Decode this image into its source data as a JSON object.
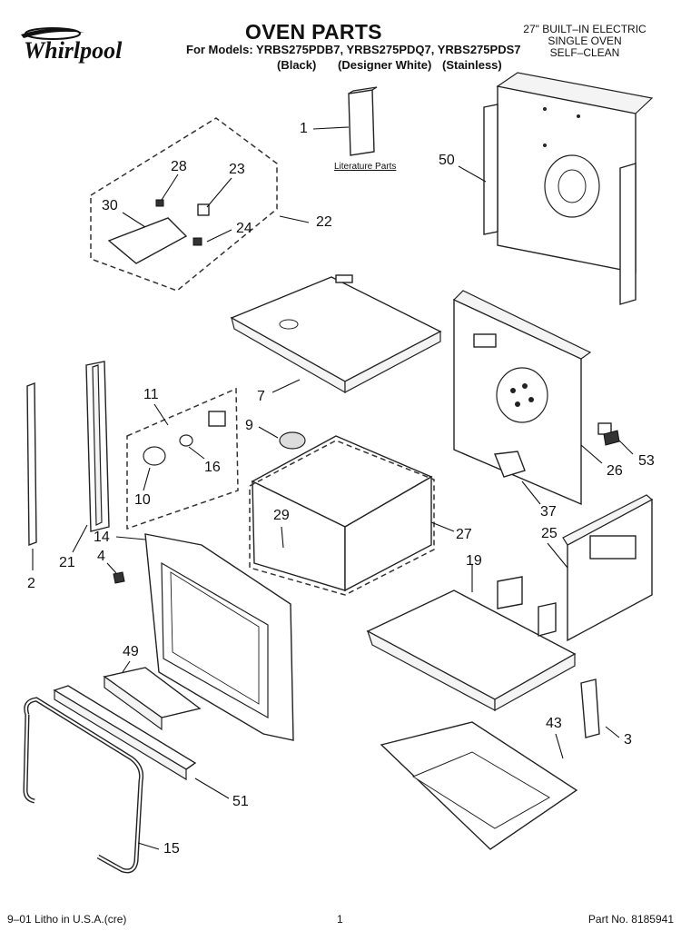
{
  "header": {
    "brand": "Whirlpool",
    "title": "OVEN PARTS",
    "models_line": "For Models: YRBS275PDB7, YRBS275PDQ7, YRBS275PDS7",
    "variant_black": "(Black)",
    "variant_white": "(Designer White)",
    "variant_stainless": "(Stainless)",
    "description": [
      "27\" BUILT–IN ELECTRIC",
      "SINGLE OVEN",
      "SELF–CLEAN"
    ]
  },
  "literature_label": "Literature Parts",
  "callouts": [
    "1",
    "50",
    "28",
    "23",
    "30",
    "24",
    "22",
    "7",
    "11",
    "9",
    "26",
    "53",
    "16",
    "10",
    "37",
    "14",
    "4",
    "21",
    "2",
    "29",
    "27",
    "25",
    "19",
    "49",
    "43",
    "3",
    "51",
    "15"
  ],
  "footer": {
    "left": "9–01 Litho in U.S.A.(cre)",
    "page": "1",
    "part_no": "Part No. 8185941"
  }
}
